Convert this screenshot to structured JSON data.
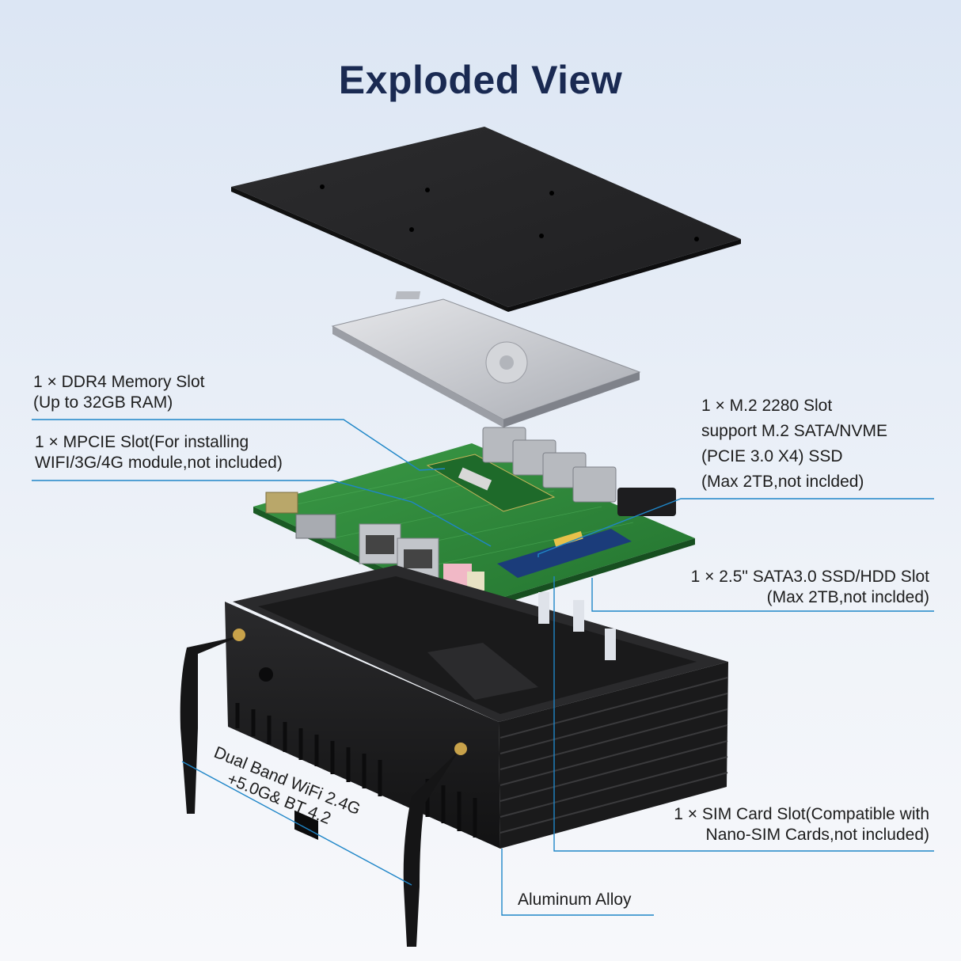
{
  "title": "Exploded View",
  "callouts": {
    "memory": [
      "1 × DDR4 Memory Slot",
      "(Up to 32GB RAM)"
    ],
    "mpcie": [
      "1 × MPCIE Slot(For installing",
      "WIFI/3G/4G module,not included)"
    ],
    "m2": [
      "1 × M.2 2280 Slot",
      "support M.2 SATA/NVME",
      "(PCIE 3.0 X4) SSD",
      "(Max 2TB,not inclded)"
    ],
    "sata": [
      "1 × 2.5\" SATA3.0 SSD/HDD Slot",
      "(Max 2TB,not inclded)"
    ],
    "sim": [
      "1 × SIM Card Slot(Compatible with",
      "Nano-SIM Cards,not included)"
    ],
    "aluminum": [
      "Aluminum Alloy"
    ],
    "wifi": [
      "Dual Band WiFi 2.4G",
      "+5.0G& BT 4.2"
    ]
  },
  "colors": {
    "title": "#1a2a52",
    "leader_line": "#1f86c8",
    "pcb": "#2f8a3c",
    "case": "#1c1c1e",
    "lid": "#2a2a2c"
  }
}
